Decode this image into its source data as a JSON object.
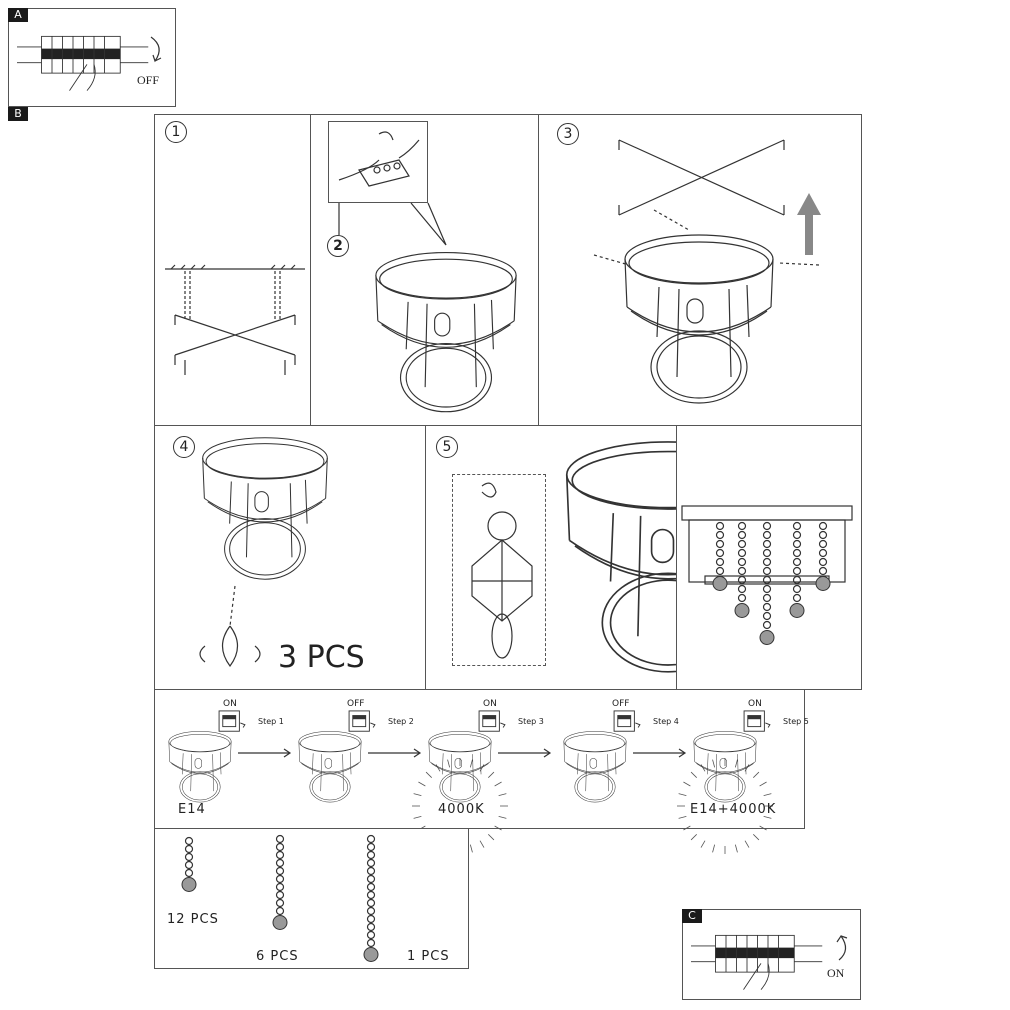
{
  "labels": {
    "a": "A",
    "b": "B",
    "c": "C"
  },
  "panel_a": {
    "state": "OFF"
  },
  "panel_c": {
    "state": "ON"
  },
  "steps_numbers": [
    "1",
    "2",
    "3",
    "4",
    "5"
  ],
  "panel2_callout": "2",
  "panel4_qty": "3 PCS",
  "light_sequence": [
    {
      "switch": "ON",
      "step": "Step 1",
      "mode": "E14"
    },
    {
      "switch": "OFF",
      "step": "Step 2",
      "mode": ""
    },
    {
      "switch": "ON",
      "step": "Step 3",
      "mode": "4000K"
    },
    {
      "switch": "OFF",
      "step": "Step 4",
      "mode": ""
    },
    {
      "switch": "ON",
      "step": "Step 5",
      "mode": "E14+4000K"
    }
  ],
  "crystals": [
    {
      "qty": "12 PCS"
    },
    {
      "qty": "6 PCS"
    },
    {
      "qty": "1 PCS"
    }
  ]
}
